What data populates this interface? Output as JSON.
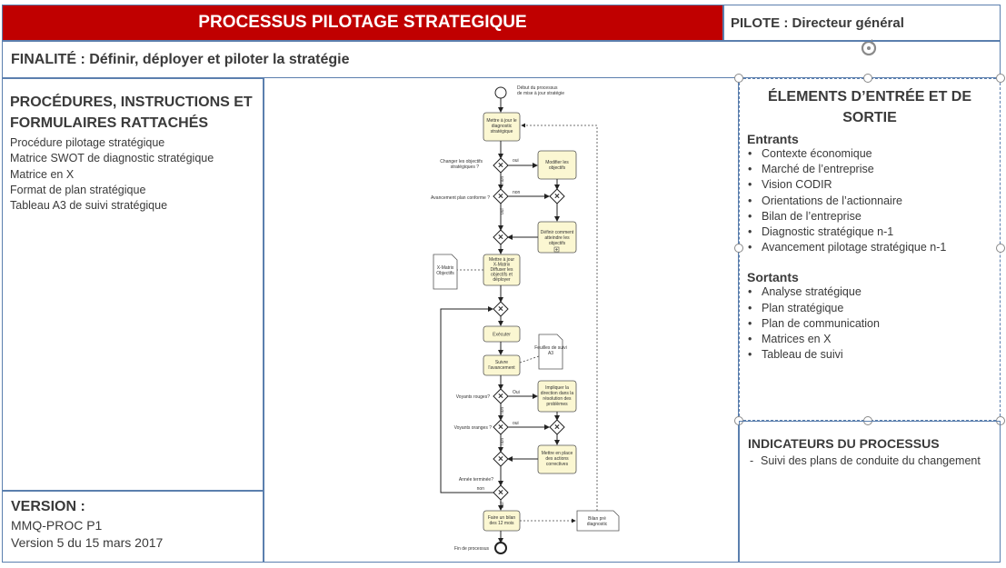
{
  "header": {
    "title": "PROCESSUS PILOTAGE STRATEGIQUE",
    "pilot": "PILOTE : Directeur général"
  },
  "finalite": "FINALITÉ  : Définir, déployer et piloter la stratégie",
  "procedures": {
    "title_line1": "PROCÉDURES, INSTRUCTIONS ET",
    "title_line2": "FORMULAIRES RATTACHÉS",
    "items": [
      "Procédure pilotage stratégique",
      "Matrice SWOT de diagnostic stratégique",
      "Matrice en X",
      "Format de plan stratégique",
      "Tableau A3 de suivi stratégique"
    ]
  },
  "version": {
    "title": "VERSION  :",
    "line1": "MMQ-PROC P1",
    "line2": "Version  5 du 15 mars 2017"
  },
  "io": {
    "title_line1": "ÉLEMENTS D’ENTRÉE ET DE",
    "title_line2": "SORTIE",
    "entrants_title": "Entrants",
    "entrants": [
      "Contexte économique",
      "Marché de l’entreprise",
      "Vision CODIR",
      "Orientations de l’actionnaire",
      "Bilan de l’entreprise",
      "Diagnostic stratégique n-1",
      "Avancement pilotage stratégique n-1"
    ],
    "sortants_title": "Sortants",
    "sortants": [
      "Analyse stratégique",
      "Plan stratégique",
      "Plan de communication",
      "Matrices en X",
      "Tableau de suivi"
    ]
  },
  "indicators": {
    "title": "INDICATEURS DU PROCESSUS",
    "items": [
      "Suivi des plans de conduite du changement"
    ]
  },
  "diagram": {
    "start_line1": "Début du processus",
    "start_line2": "de mise à jour stratégie",
    "task_maj": [
      "Mettre à jour le",
      "diagnostic",
      "stratégique"
    ],
    "q_change": [
      "Changer les objectifs",
      "stratégiques ?"
    ],
    "oui": "oui",
    "oui_cap": "Oui",
    "non": "non",
    "task_modifier": [
      "Modifier les",
      "objectifs"
    ],
    "q_avancement": "Avancement plan conforme ?",
    "task_definir": [
      "Définir comment",
      "atteindre les",
      "objectifs"
    ],
    "task_xmatrix": [
      "Mettre à jour",
      "X-Matrix",
      "Diffuser les",
      "objectifs et",
      "déployer"
    ],
    "doc_xmatrix": [
      "X-Matrix",
      "Objectifs"
    ],
    "task_executer": "Exécuter",
    "task_suivre": [
      "Suivre",
      "l'avancement"
    ],
    "doc_a3": [
      "Feuilles de suivi",
      "A3"
    ],
    "q_rouges": "Voyants rouges?",
    "task_impliquer": [
      "Impliquer la",
      "direction dans la",
      "résolution des",
      "problèmes"
    ],
    "q_oranges": "Voyants oranges ?",
    "task_actions": [
      "Mettre en place",
      "des actions",
      "correctives"
    ],
    "q_annee": "Année terminée?",
    "task_bilan": [
      "Faire un bilan",
      "des 12 mois"
    ],
    "doc_bilan": [
      "Bilan pré",
      "diagnostic"
    ],
    "end": "Fin de processus"
  }
}
